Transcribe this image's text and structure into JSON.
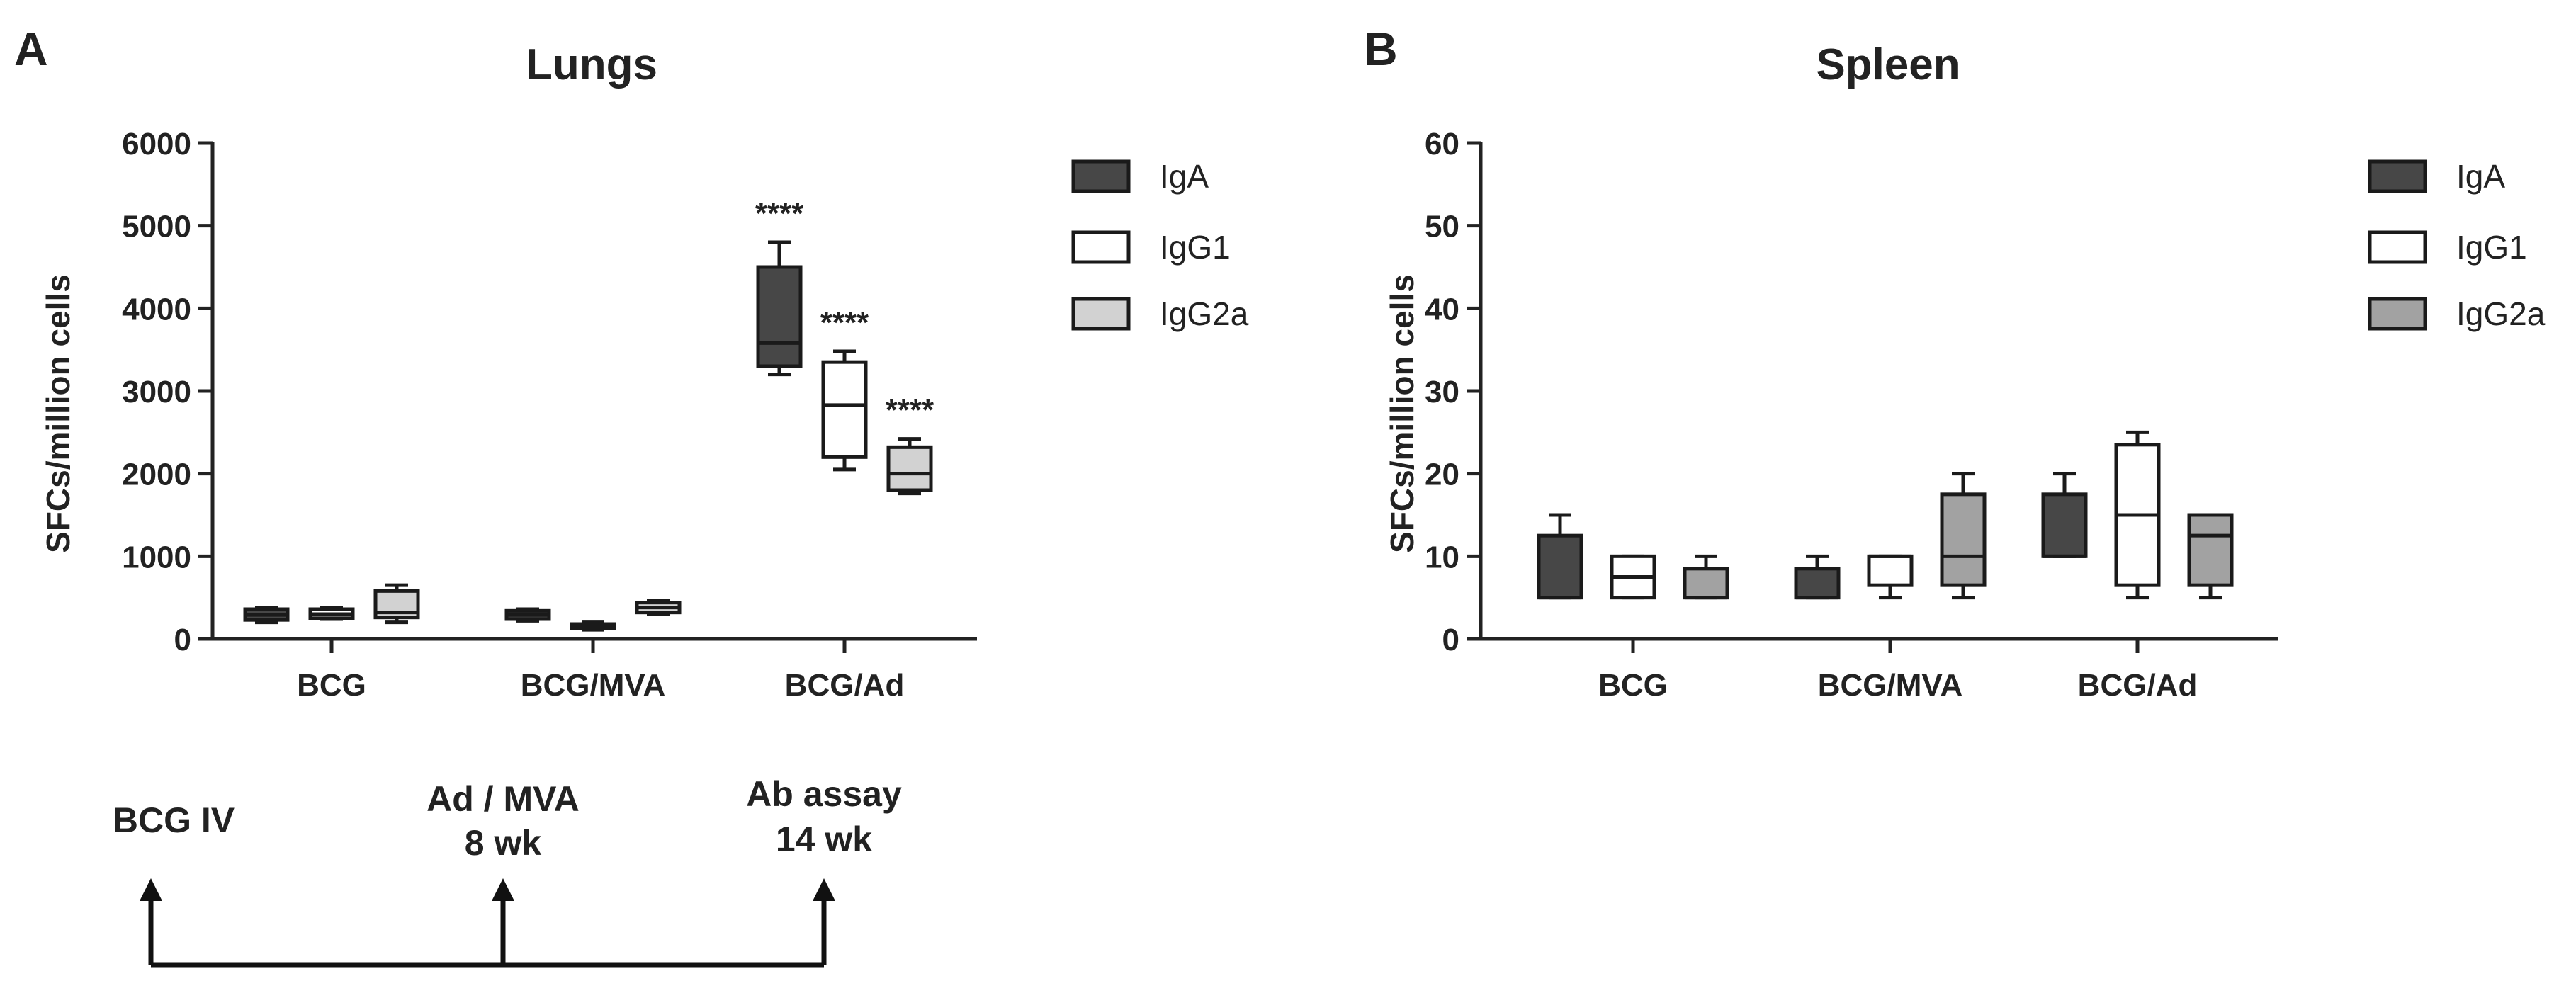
{
  "panels": [
    {
      "letter": "A",
      "title": "Lungs",
      "ylabel": "SFCs/million cells",
      "significance_mark": "****"
    },
    {
      "letter": "B",
      "title": "Spleen",
      "ylabel": "SFCs/million cells"
    }
  ],
  "timeline": {
    "labels": [
      {
        "line1": "BCG IV",
        "line2": ""
      },
      {
        "line1": "Ad / MVA",
        "line2": "8 wk"
      },
      {
        "line1": "Ab assay",
        "line2": "14 wk"
      }
    ]
  },
  "colors": {
    "IgA": "#474747",
    "IgG1": "#ffffff",
    "IgG2a_lungs": "#d2d2d2",
    "IgG2a_spleen": "#a2a2a2",
    "stroke": "#1a1a1a"
  },
  "chart_data": [
    {
      "type": "box",
      "title": "Lungs",
      "ylabel": "SFCs/million cells",
      "ylim": [
        0,
        6000
      ],
      "yticks": [
        0,
        1000,
        2000,
        3000,
        4000,
        5000,
        6000
      ],
      "categories": [
        "BCG",
        "BCG/MVA",
        "BCG/Ad"
      ],
      "legend": [
        "IgA",
        "IgG1",
        "IgG2a"
      ],
      "legend_position": "top-right",
      "series": [
        {
          "name": "IgA",
          "boxes": [
            {
              "min": 200,
              "q1": 230,
              "median": 290,
              "q3": 360,
              "max": 380
            },
            {
              "min": 220,
              "q1": 240,
              "median": 290,
              "q3": 340,
              "max": 360
            },
            {
              "min": 3200,
              "q1": 3300,
              "median": 3580,
              "q3": 4500,
              "max": 4800
            }
          ]
        },
        {
          "name": "IgG1",
          "boxes": [
            {
              "min": 240,
              "q1": 250,
              "median": 300,
              "q3": 360,
              "max": 380
            },
            {
              "min": 110,
              "q1": 130,
              "median": 160,
              "q3": 180,
              "max": 200
            },
            {
              "min": 2050,
              "q1": 2200,
              "median": 2830,
              "q3": 3350,
              "max": 3480
            }
          ]
        },
        {
          "name": "IgG2a",
          "boxes": [
            {
              "min": 200,
              "q1": 260,
              "median": 320,
              "q3": 580,
              "max": 650
            },
            {
              "min": 300,
              "q1": 320,
              "median": 380,
              "q3": 440,
              "max": 460
            },
            {
              "min": 1760,
              "q1": 1800,
              "median": 2000,
              "q3": 2320,
              "max": 2420
            }
          ]
        }
      ],
      "annotations": [
        {
          "category": "BCG/Ad",
          "series": "IgA",
          "text": "****"
        },
        {
          "category": "BCG/Ad",
          "series": "IgG1",
          "text": "****"
        },
        {
          "category": "BCG/Ad",
          "series": "IgG2a",
          "text": "****"
        }
      ]
    },
    {
      "type": "box",
      "title": "Spleen",
      "ylabel": "SFCs/million cells",
      "ylim": [
        0,
        60
      ],
      "yticks": [
        0,
        10,
        20,
        30,
        40,
        50,
        60
      ],
      "categories": [
        "BCG",
        "BCG/MVA",
        "BCG/Ad"
      ],
      "legend": [
        "IgA",
        "IgG1",
        "IgG2a"
      ],
      "legend_position": "top-right",
      "series": [
        {
          "name": "IgA",
          "boxes": [
            {
              "min": 5,
              "q1": 5,
              "median": 5,
              "q3": 12.5,
              "max": 15
            },
            {
              "min": 5,
              "q1": 5,
              "median": 5,
              "q3": 8.5,
              "max": 10
            },
            {
              "min": 10,
              "q1": 10,
              "median": 10,
              "q3": 17.5,
              "max": 20
            }
          ]
        },
        {
          "name": "IgG1",
          "boxes": [
            {
              "min": 5,
              "q1": 5,
              "median": 7.5,
              "q3": 10,
              "max": 10
            },
            {
              "min": 5,
              "q1": 6.5,
              "median": 10,
              "q3": 10,
              "max": 10
            },
            {
              "min": 5,
              "q1": 6.5,
              "median": 15,
              "q3": 23.5,
              "max": 25
            }
          ]
        },
        {
          "name": "IgG2a",
          "boxes": [
            {
              "min": 5,
              "q1": 5,
              "median": 5,
              "q3": 8.5,
              "max": 10
            },
            {
              "min": 5,
              "q1": 6.5,
              "median": 10,
              "q3": 17.5,
              "max": 20
            },
            {
              "min": 5,
              "q1": 6.5,
              "median": 12.5,
              "q3": 15,
              "max": 15
            }
          ]
        }
      ]
    }
  ]
}
